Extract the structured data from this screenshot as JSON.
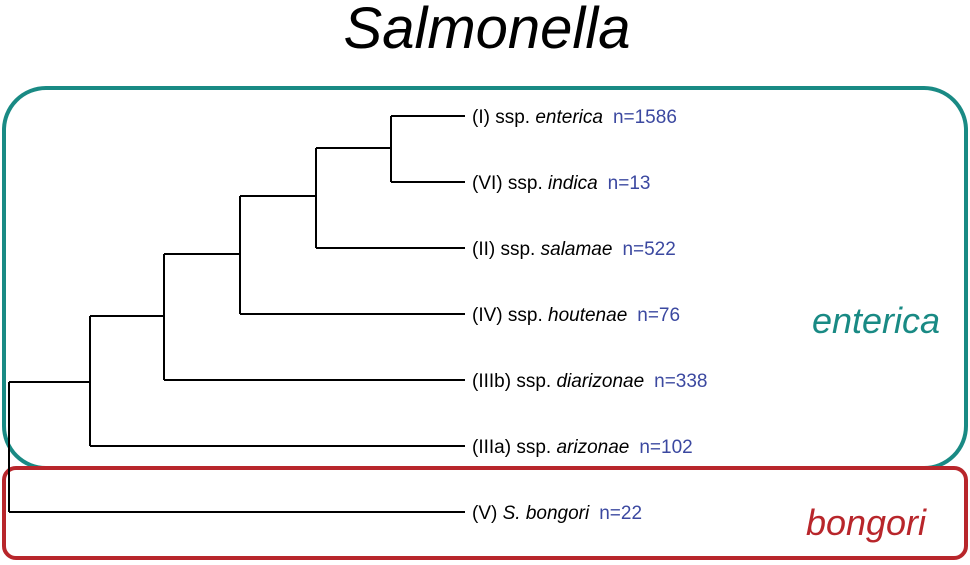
{
  "title": "Salmonella",
  "groups": {
    "enterica": {
      "label": "enterica",
      "color": "#198a84"
    },
    "bongori": {
      "label": "bongori",
      "color": "#b8262b"
    }
  },
  "taxa": [
    {
      "prefix": "(I) ssp. ",
      "name": "enterica",
      "count": "n=1586"
    },
    {
      "prefix": "(VI) ssp. ",
      "name": "indica",
      "count": "n=13"
    },
    {
      "prefix": "(II) ssp. ",
      "name": "salamae",
      "count": "n=522"
    },
    {
      "prefix": "(IV) ssp. ",
      "name": "houtenae",
      "count": "n=76"
    },
    {
      "prefix": "(IIIb) ssp. ",
      "name": "diarizonae",
      "count": "n=338"
    },
    {
      "prefix": "(IIIa) ssp. ",
      "name": "arizonae",
      "count": "n=102"
    },
    {
      "prefix": "(V) ",
      "name": "S. bongori",
      "count": "n=22"
    }
  ],
  "colors": {
    "count_text": "#3b48a0",
    "branch": "#000000"
  }
}
